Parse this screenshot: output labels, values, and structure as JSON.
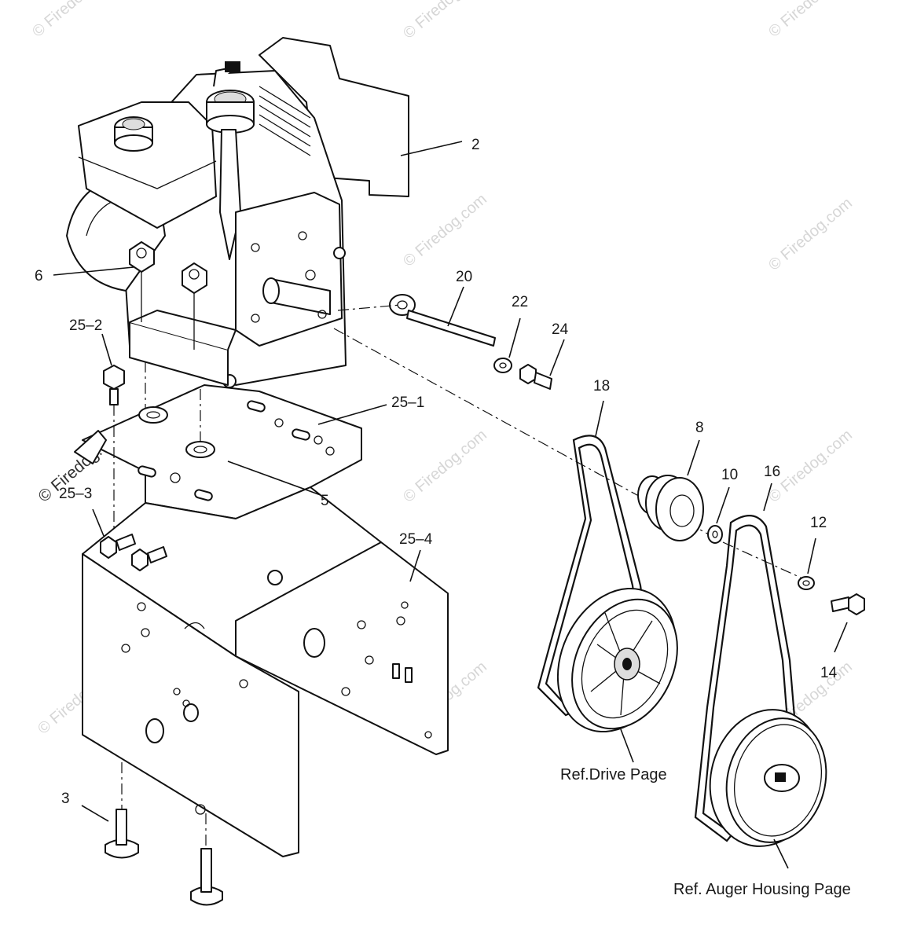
{
  "callouts": {
    "c2": "2",
    "c6": "6",
    "c20": "20",
    "c22": "22",
    "c24": "24",
    "c25_2": "25–2",
    "c25_1": "25–1",
    "c18": "18",
    "c8": "8",
    "c10": "10",
    "c16": "16",
    "c12": "12",
    "c5": "5",
    "c25_3": "25–3",
    "c25_4": "25–4",
    "c14": "14",
    "c3": "3"
  },
  "references": {
    "drive_page": "Ref.Drive Page",
    "auger_housing_page": "Ref. Auger Housing Page"
  },
  "watermark": {
    "text": "© Firedog.com",
    "prominent_text": "© Firedog.com"
  }
}
